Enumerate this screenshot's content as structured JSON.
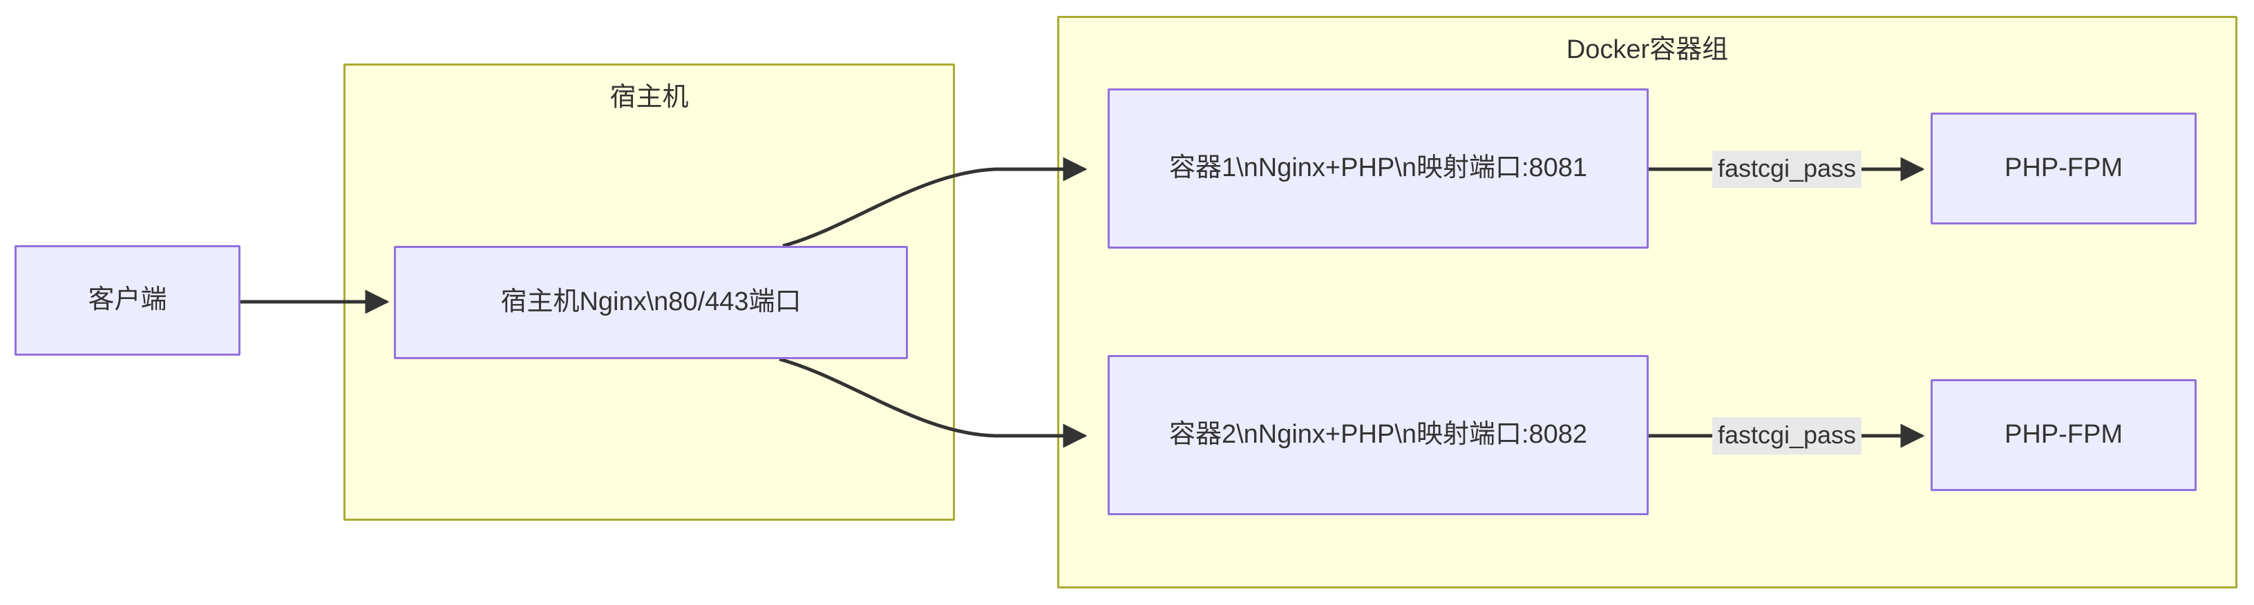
{
  "diagram": {
    "type": "flowchart",
    "direction": "left-to-right",
    "background": "#ffffff",
    "node_fill": "#ececff",
    "node_stroke": "#9370db",
    "group_fill": "#ffffde",
    "group_stroke": "#aaaa33",
    "edge_color": "#333333",
    "edge_label_fill": "#e8e8e8"
  },
  "groups": [
    {
      "id": "host",
      "title": "宿主机"
    },
    {
      "id": "docker",
      "title": "Docker容器组"
    }
  ],
  "nodes": [
    {
      "id": "client",
      "label": "客户端"
    },
    {
      "id": "host_nginx",
      "label": "宿主机Nginx\\n80/443端口"
    },
    {
      "id": "container1",
      "label": "容器1\\nNginx+PHP\\n映射端口:8081"
    },
    {
      "id": "container2",
      "label": "容器2\\nNginx+PHP\\n映射端口:8082"
    },
    {
      "id": "fpm1",
      "label": "PHP-FPM"
    },
    {
      "id": "fpm2",
      "label": "PHP-FPM"
    }
  ],
  "edges": [
    {
      "id": "e1",
      "from": "client",
      "to": "host_nginx",
      "label": ""
    },
    {
      "id": "e2",
      "from": "host_nginx",
      "to": "container1",
      "label": ""
    },
    {
      "id": "e3",
      "from": "host_nginx",
      "to": "container2",
      "label": ""
    },
    {
      "id": "e4",
      "from": "container1",
      "to": "fpm1",
      "label": "fastcgi_pass"
    },
    {
      "id": "e5",
      "from": "container2",
      "to": "fpm2",
      "label": "fastcgi_pass"
    }
  ]
}
